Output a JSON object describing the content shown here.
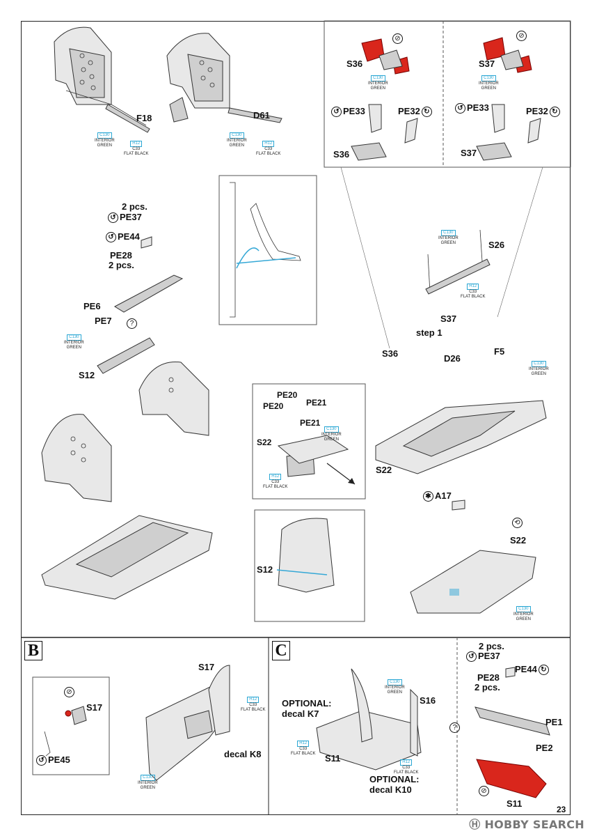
{
  "paints": {
    "c130": {
      "code": "C130",
      "name_line1": "INTERIOR",
      "name_line2": "GREEN"
    },
    "h12": {
      "code": "H12",
      "code2": "C33",
      "name": "FLAT BLACK"
    }
  },
  "top": {
    "f18": "F18",
    "d61": "D61",
    "s36": "S36",
    "s37": "S37",
    "pe33": "PE33",
    "pe32": "PE32",
    "s36_b": "S36",
    "s37_b": "S37",
    "pe33_b": "PE33",
    "pe32_b": "PE32"
  },
  "left_mid": {
    "qty_pe37": "2 pcs.",
    "pe37": "PE37",
    "pe44": "PE44",
    "pe28": "PE28",
    "qty_pe28": "2 pcs.",
    "pe6": "PE6",
    "pe7": "PE7",
    "s12": "S12"
  },
  "right_mid": {
    "s26": "S26",
    "s37": "S37",
    "step": "step 1",
    "s36": "S36",
    "d26": "D26",
    "f5": "F5",
    "s22": "S22"
  },
  "inset_pe": {
    "pe20a": "PE20",
    "pe20b": "PE20",
    "pe21a": "PE21",
    "pe21b": "PE21",
    "s22": "S22"
  },
  "lower_right": {
    "a17": "A17",
    "s22": "S22"
  },
  "inset_s12": {
    "s12": "S12"
  },
  "section_b": {
    "letter": "B",
    "s17_top": "S17",
    "s17_inset": "S17",
    "pe45": "PE45",
    "decal": "decal K8"
  },
  "section_c": {
    "letter": "C",
    "opt1_line1": "OPTIONAL:",
    "opt1_line2": "decal K7",
    "s16": "S16",
    "s11": "S11",
    "opt2_line1": "OPTIONAL:",
    "opt2_line2": "decal K10",
    "qty_pe37": "2 pcs.",
    "pe37": "PE37",
    "pe44": "PE44",
    "pe28": "PE28",
    "qty_pe28": "2 pcs.",
    "pe1": "PE1",
    "pe2": "PE2",
    "s11_red": "S11"
  },
  "page_number": "23",
  "watermark": "HOBBY SEARCH",
  "icons": {
    "bend": "bend-arrow-icon",
    "remove": "remove-part-icon",
    "question": "question-icon",
    "rotate": "rotate-icon",
    "star": "star-icon",
    "sand": "sand-icon"
  },
  "colors": {
    "paint_blue": "#2aa7d4",
    "photoetch_red": "#d9261c"
  }
}
